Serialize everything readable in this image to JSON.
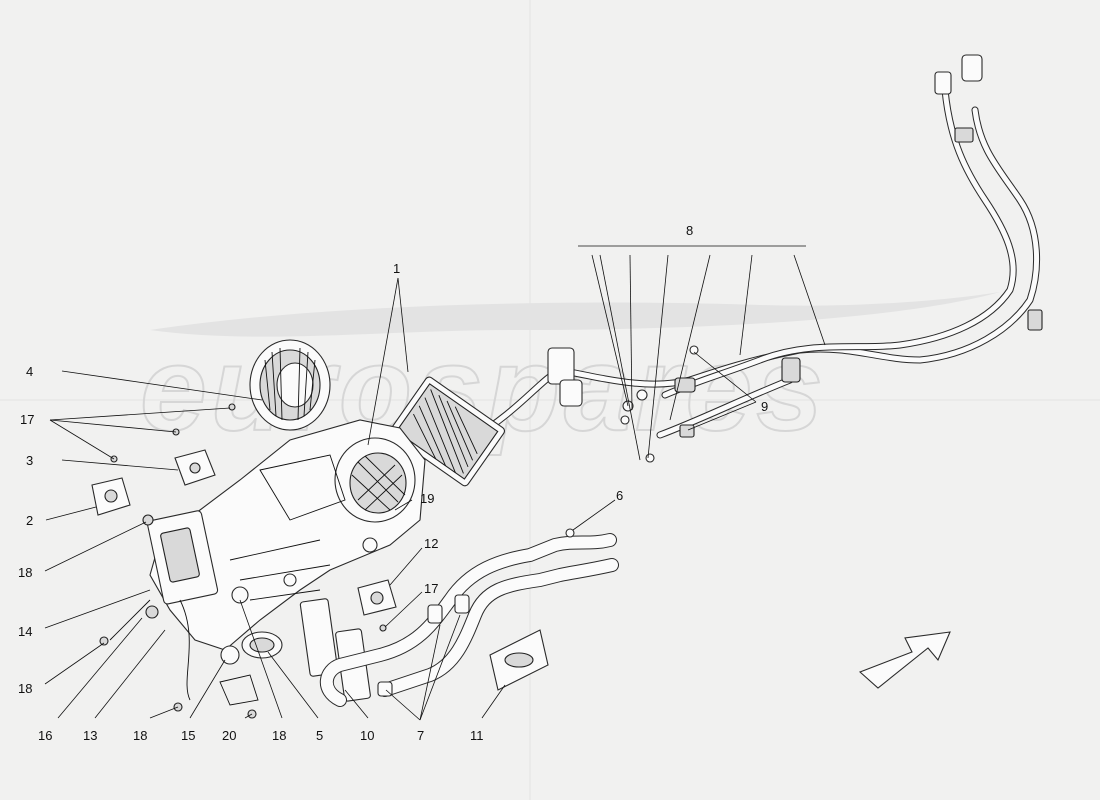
{
  "watermark": {
    "text": "eurospares"
  },
  "callouts": {
    "c1": "1",
    "c2": "2",
    "c3": "3",
    "c4": "4",
    "c5": "5",
    "c6": "6",
    "c7": "7",
    "c8": "8",
    "c9": "9",
    "c10": "10",
    "c11": "11",
    "c12": "12",
    "c13": "13",
    "c14": "14",
    "c15": "15",
    "c16": "16",
    "c17a": "17",
    "c17b": "17",
    "c18a": "18",
    "c18b": "18",
    "c18c": "18",
    "c18d": "18",
    "c19": "19",
    "c20": "20"
  },
  "direction_arrow": {
    "icon": "direction-arrow-icon"
  }
}
